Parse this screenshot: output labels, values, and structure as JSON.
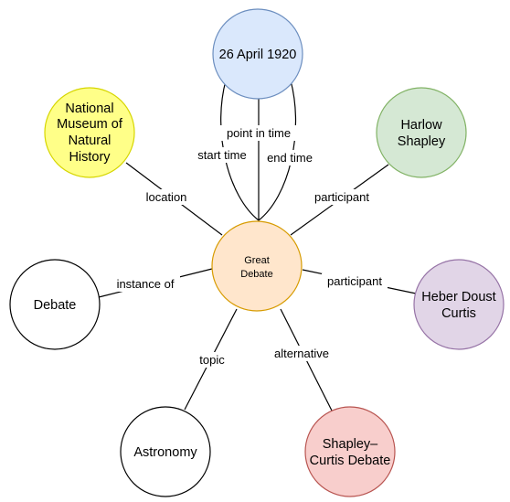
{
  "nodes": {
    "center": {
      "lines": [
        "Great",
        "Debate"
      ],
      "fill": "#ffe6cc",
      "stroke": "#d79b00"
    },
    "date": {
      "lines": [
        "26 April 1920"
      ],
      "fill": "#dae8fc",
      "stroke": "#6c8ebf"
    },
    "museum": {
      "lines": [
        "National",
        "Museum of",
        "Natural",
        "History"
      ],
      "fill": "#ffff88",
      "stroke": "#d6d600"
    },
    "shapley": {
      "lines": [
        "Harlow",
        "Shapley"
      ],
      "fill": "#d5e8d4",
      "stroke": "#82b366"
    },
    "debate": {
      "lines": [
        "Debate"
      ],
      "fill": "#ffffff",
      "stroke": "#000000"
    },
    "curtis": {
      "lines": [
        "Heber Doust",
        "Curtis"
      ],
      "fill": "#e1d5e7",
      "stroke": "#9673a6"
    },
    "astronomy": {
      "lines": [
        "Astronomy"
      ],
      "fill": "#ffffff",
      "stroke": "#000000"
    },
    "shapley_curtis": {
      "lines": [
        "Shapley–",
        "Curtis Debate"
      ],
      "fill": "#f8cecc",
      "stroke": "#b85450"
    }
  },
  "edges": {
    "start_time": "start time",
    "point_in_time": "point in time",
    "end_time": "end time",
    "location": "location",
    "participant_shapley": "participant",
    "instance_of": "instance of",
    "participant_curtis": "participant",
    "topic": "topic",
    "alternative": "alternative"
  }
}
